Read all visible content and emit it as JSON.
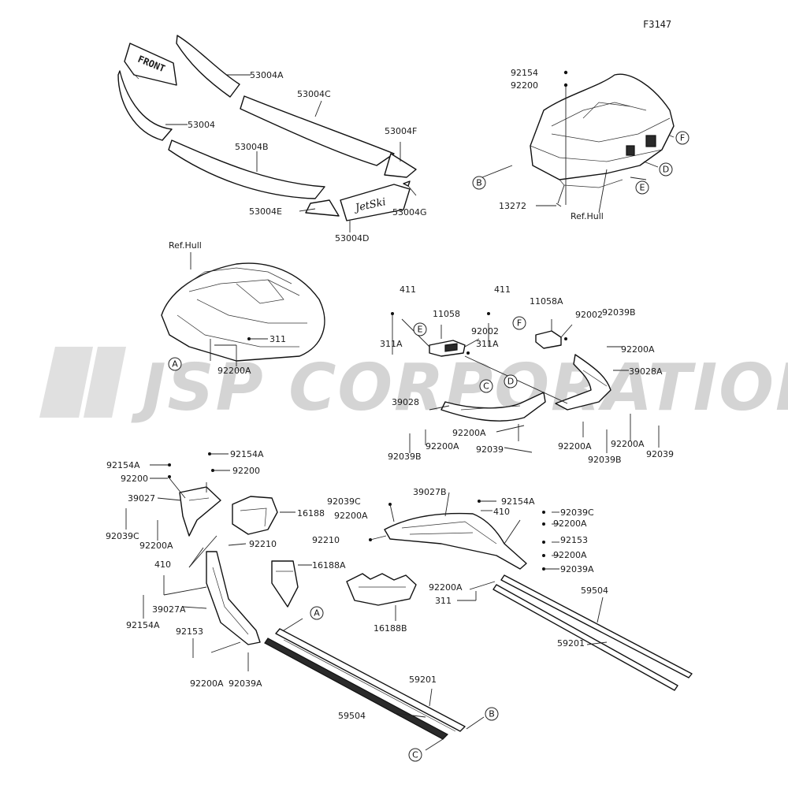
{
  "figure_code": "F3147",
  "watermark": "JSP CORPORATION",
  "front_badge": "FRONT",
  "logo_text": "JetSki",
  "ref_hull_top": "Ref.Hull",
  "ref_hull_left": "Ref.Hull",
  "callouts": {
    "a": "A",
    "b": "B",
    "c": "C",
    "d": "D",
    "e": "E",
    "f": "F"
  },
  "labels": {
    "p53004A": "53004A",
    "p53004C": "53004C",
    "p53004": "53004",
    "p53004B": "53004B",
    "p53004F": "53004F",
    "p53004E": "53004E",
    "p53004G": "53004G",
    "p53004D": "53004D",
    "p92154_top": "92154",
    "p92200_top": "92200",
    "p13272": "13272",
    "p311_a": "311",
    "p92200A_a": "92200A",
    "p411_e": "411",
    "p311A_e": "311A",
    "p11058": "11058",
    "p92002_e": "92002",
    "p411_f": "411",
    "p311A_f": "311A",
    "p11058A": "11058A",
    "p92002_f": "92002",
    "p92039B_r": "92039B",
    "p92200A_r1": "92200A",
    "p39028A": "39028A",
    "p39028": "39028",
    "p92200A_l1": "92200A",
    "p92039B_l": "92039B",
    "p92200A_l2": "92200A",
    "p92039_m": "92039",
    "p92200A_r2": "92200A",
    "p92039B_r2": "92039B",
    "p92200A_r3": "92200A",
    "p92039_r": "92039",
    "p92154A_1": "92154A",
    "p92200_1": "92200",
    "p92154A_2": "92154A",
    "p92200_2": "92200",
    "p39027": "39027",
    "p92039C_l": "92039C",
    "p92200A_l3": "92200A",
    "p16188": "16188",
    "p92210_l": "92210",
    "p410_l": "410",
    "p16188A": "16188A",
    "p39027A": "39027A",
    "p92154A_3": "92154A",
    "p92153_l": "92153",
    "p92200A_l4": "92200A",
    "p92039A_l": "92039A",
    "p92039C_m": "92039C",
    "p39027B": "39027B",
    "p92154A_4": "92154A",
    "p92200A_m": "92200A",
    "p410_m": "410",
    "p92039C_r": "92039C",
    "p92200A_m2": "92200A",
    "p92210_m": "92210",
    "p92153_m": "92153",
    "p92200A_m3": "92200A",
    "p92039A_m": "92039A",
    "p92200A_m4": "92200A",
    "p311_m": "311",
    "p16188B": "16188B",
    "p59504_r": "59504",
    "p59201_r": "59201",
    "p59201_b": "59201",
    "p59504_b": "59504"
  }
}
